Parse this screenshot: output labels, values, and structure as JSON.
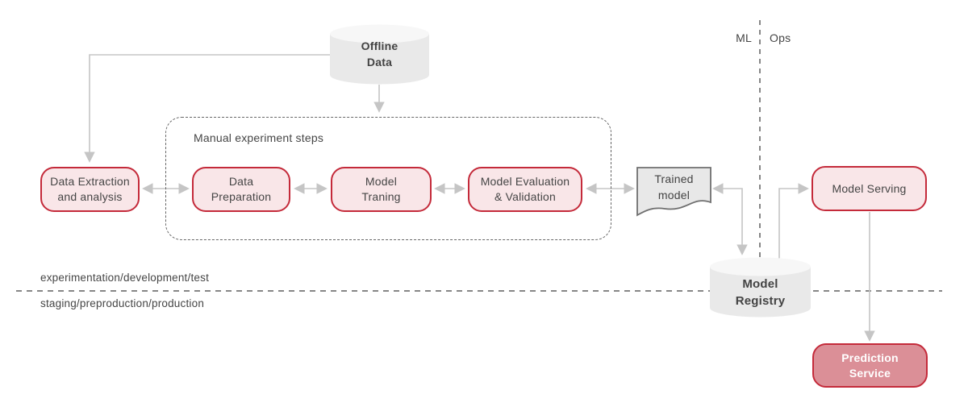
{
  "diagram": {
    "title_implicit": "MLOps pipeline diagram",
    "nodes": {
      "offline_data": "Offline Data",
      "data_extraction": "Data Extraction and analysis",
      "data_preparation": "Data Preparation",
      "model_training": "Model Traning",
      "model_evaluation": "Model Evaluation & Validation",
      "trained_model": "Trained model",
      "model_registry": "Model Registry",
      "model_serving": "Model Serving",
      "prediction_service": "Prediction Service"
    },
    "groups": {
      "experiment_steps": "Manual experiment steps"
    },
    "labels": {
      "ml": "ML",
      "ops": "Ops",
      "zone_top": "experimentation/development/test",
      "zone_bottom": "staging/preproduction/production"
    },
    "colors": {
      "accent_red_border": "#c42a3a",
      "pink_node_fill": "#f9e6e8",
      "prediction_node_fill": "#db8f97",
      "gray_shape_fill": "#e9e9e9",
      "gray_shape_top_fill": "#f7f7f7",
      "document_border": "#6f6f6f",
      "arrow_gray": "#c5c5c5",
      "dashed_line_gray": "#5f5f5f",
      "text_dark": "#454545"
    }
  }
}
